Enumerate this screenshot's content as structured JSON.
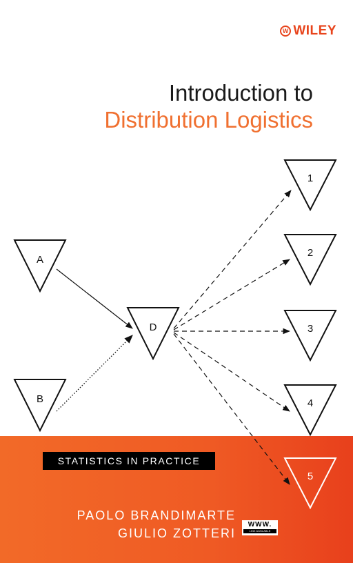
{
  "publisher": {
    "name": "WILEY"
  },
  "title": {
    "line1": "Introduction to",
    "line2": "Distribution Logistics"
  },
  "diagram": {
    "nodes": [
      "A",
      "B",
      "D",
      "1",
      "2",
      "3",
      "4",
      "5"
    ],
    "edges": [
      {
        "from": "A",
        "to": "D",
        "style": "solid"
      },
      {
        "from": "B",
        "to": "D",
        "style": "dotted"
      },
      {
        "from": "D",
        "to": "1",
        "style": "dashed"
      },
      {
        "from": "D",
        "to": "2",
        "style": "dashed"
      },
      {
        "from": "D",
        "to": "3",
        "style": "dashed"
      },
      {
        "from": "D",
        "to": "4",
        "style": "dashed"
      },
      {
        "from": "D",
        "to": "5",
        "style": "dashed"
      }
    ]
  },
  "series": "STATISTICS IN PRACTICE",
  "authors": [
    "PAOLO BRANDIMARTE",
    "GIULIO ZOTTERI"
  ],
  "online_badge": {
    "text": "WWW.",
    "subtext": "LINK AVAILABLE"
  },
  "colors": {
    "accent": "#f07030",
    "band": "#ef5a24",
    "ink": "#1a1a1a"
  }
}
